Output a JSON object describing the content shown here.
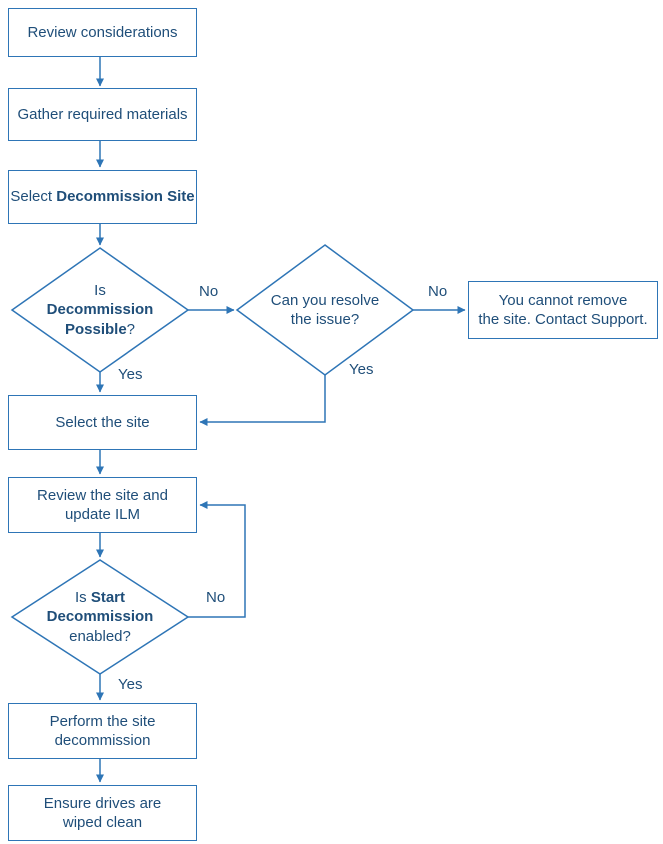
{
  "colors": {
    "shape_border": "#2e75b6",
    "shape_fill": "#ffffff",
    "arrow": "#2e75b6",
    "text": "#1f4e79",
    "background": "#ffffff"
  },
  "nodes": {
    "review": {
      "label": "Review considerations"
    },
    "gather": {
      "label": "Gather required materials"
    },
    "select_decommission_site": {
      "prefix": "Select ",
      "bold": "Decommission Site"
    },
    "decommission_possible": {
      "prefix": "Is\n",
      "bold": "Decommission\nPossible",
      "suffix": "?"
    },
    "resolve_issue": {
      "label": "Can you resolve\nthe issue?"
    },
    "cannot_remove": {
      "label": "You cannot remove\nthe site. Contact Support."
    },
    "select_the_site": {
      "label": "Select the site"
    },
    "review_ilm": {
      "label": "Review the site and\nupdate ILM"
    },
    "start_enabled": {
      "prefix": "Is ",
      "bold": "Start\nDecommission",
      "suffix": "\nenabled?"
    },
    "perform": {
      "label": "Perform the site\ndecommission"
    },
    "ensure": {
      "label": "Ensure drives are\nwiped clean"
    }
  },
  "edges": {
    "possible_no": "No",
    "possible_yes": "Yes",
    "resolve_no": "No",
    "resolve_yes": "Yes",
    "start_no": "No",
    "start_yes": "Yes"
  }
}
